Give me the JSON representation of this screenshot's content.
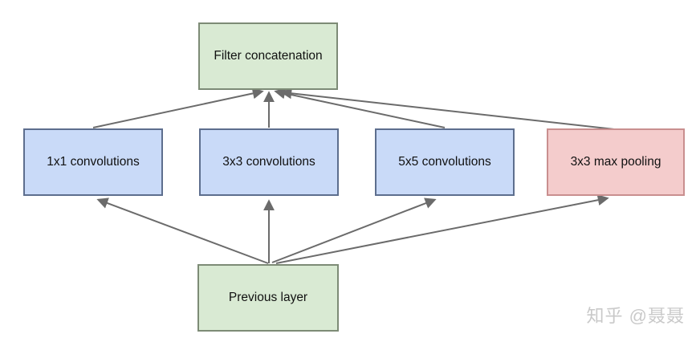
{
  "nodes": [
    {
      "id": "filter-concatenation",
      "label": "Filter concatenation",
      "fill": "#d9ead3",
      "border": "#7d8b76"
    },
    {
      "id": "conv-1x1",
      "label": "1x1 convolutions",
      "fill": "#c9daf8",
      "border": "#5d6e8e"
    },
    {
      "id": "conv-3x3",
      "label": "3x3 convolutions",
      "fill": "#c9daf8",
      "border": "#5d6e8e"
    },
    {
      "id": "conv-5x5",
      "label": "5x5 convolutions",
      "fill": "#c9daf8",
      "border": "#5d6e8e"
    },
    {
      "id": "max-pooling-3x3",
      "label": "3x3 max pooling",
      "fill": "#f4cccc",
      "border": "#c98f8f"
    },
    {
      "id": "previous-layer",
      "label": "Previous layer",
      "fill": "#d9ead3",
      "border": "#7d8b76"
    }
  ],
  "edges": [
    {
      "from": "previous-layer",
      "to": "conv-1x1"
    },
    {
      "from": "previous-layer",
      "to": "conv-3x3"
    },
    {
      "from": "previous-layer",
      "to": "conv-5x5"
    },
    {
      "from": "previous-layer",
      "to": "max-pooling-3x3"
    },
    {
      "from": "conv-1x1",
      "to": "filter-concatenation"
    },
    {
      "from": "conv-3x3",
      "to": "filter-concatenation"
    },
    {
      "from": "conv-5x5",
      "to": "filter-concatenation"
    },
    {
      "from": "max-pooling-3x3",
      "to": "filter-concatenation"
    }
  ],
  "colors": {
    "arrow": "#6b6b6b",
    "background": "#ffffff"
  },
  "watermark": {
    "text": "知乎 @聂聂",
    "color": "#c9c9c9"
  }
}
